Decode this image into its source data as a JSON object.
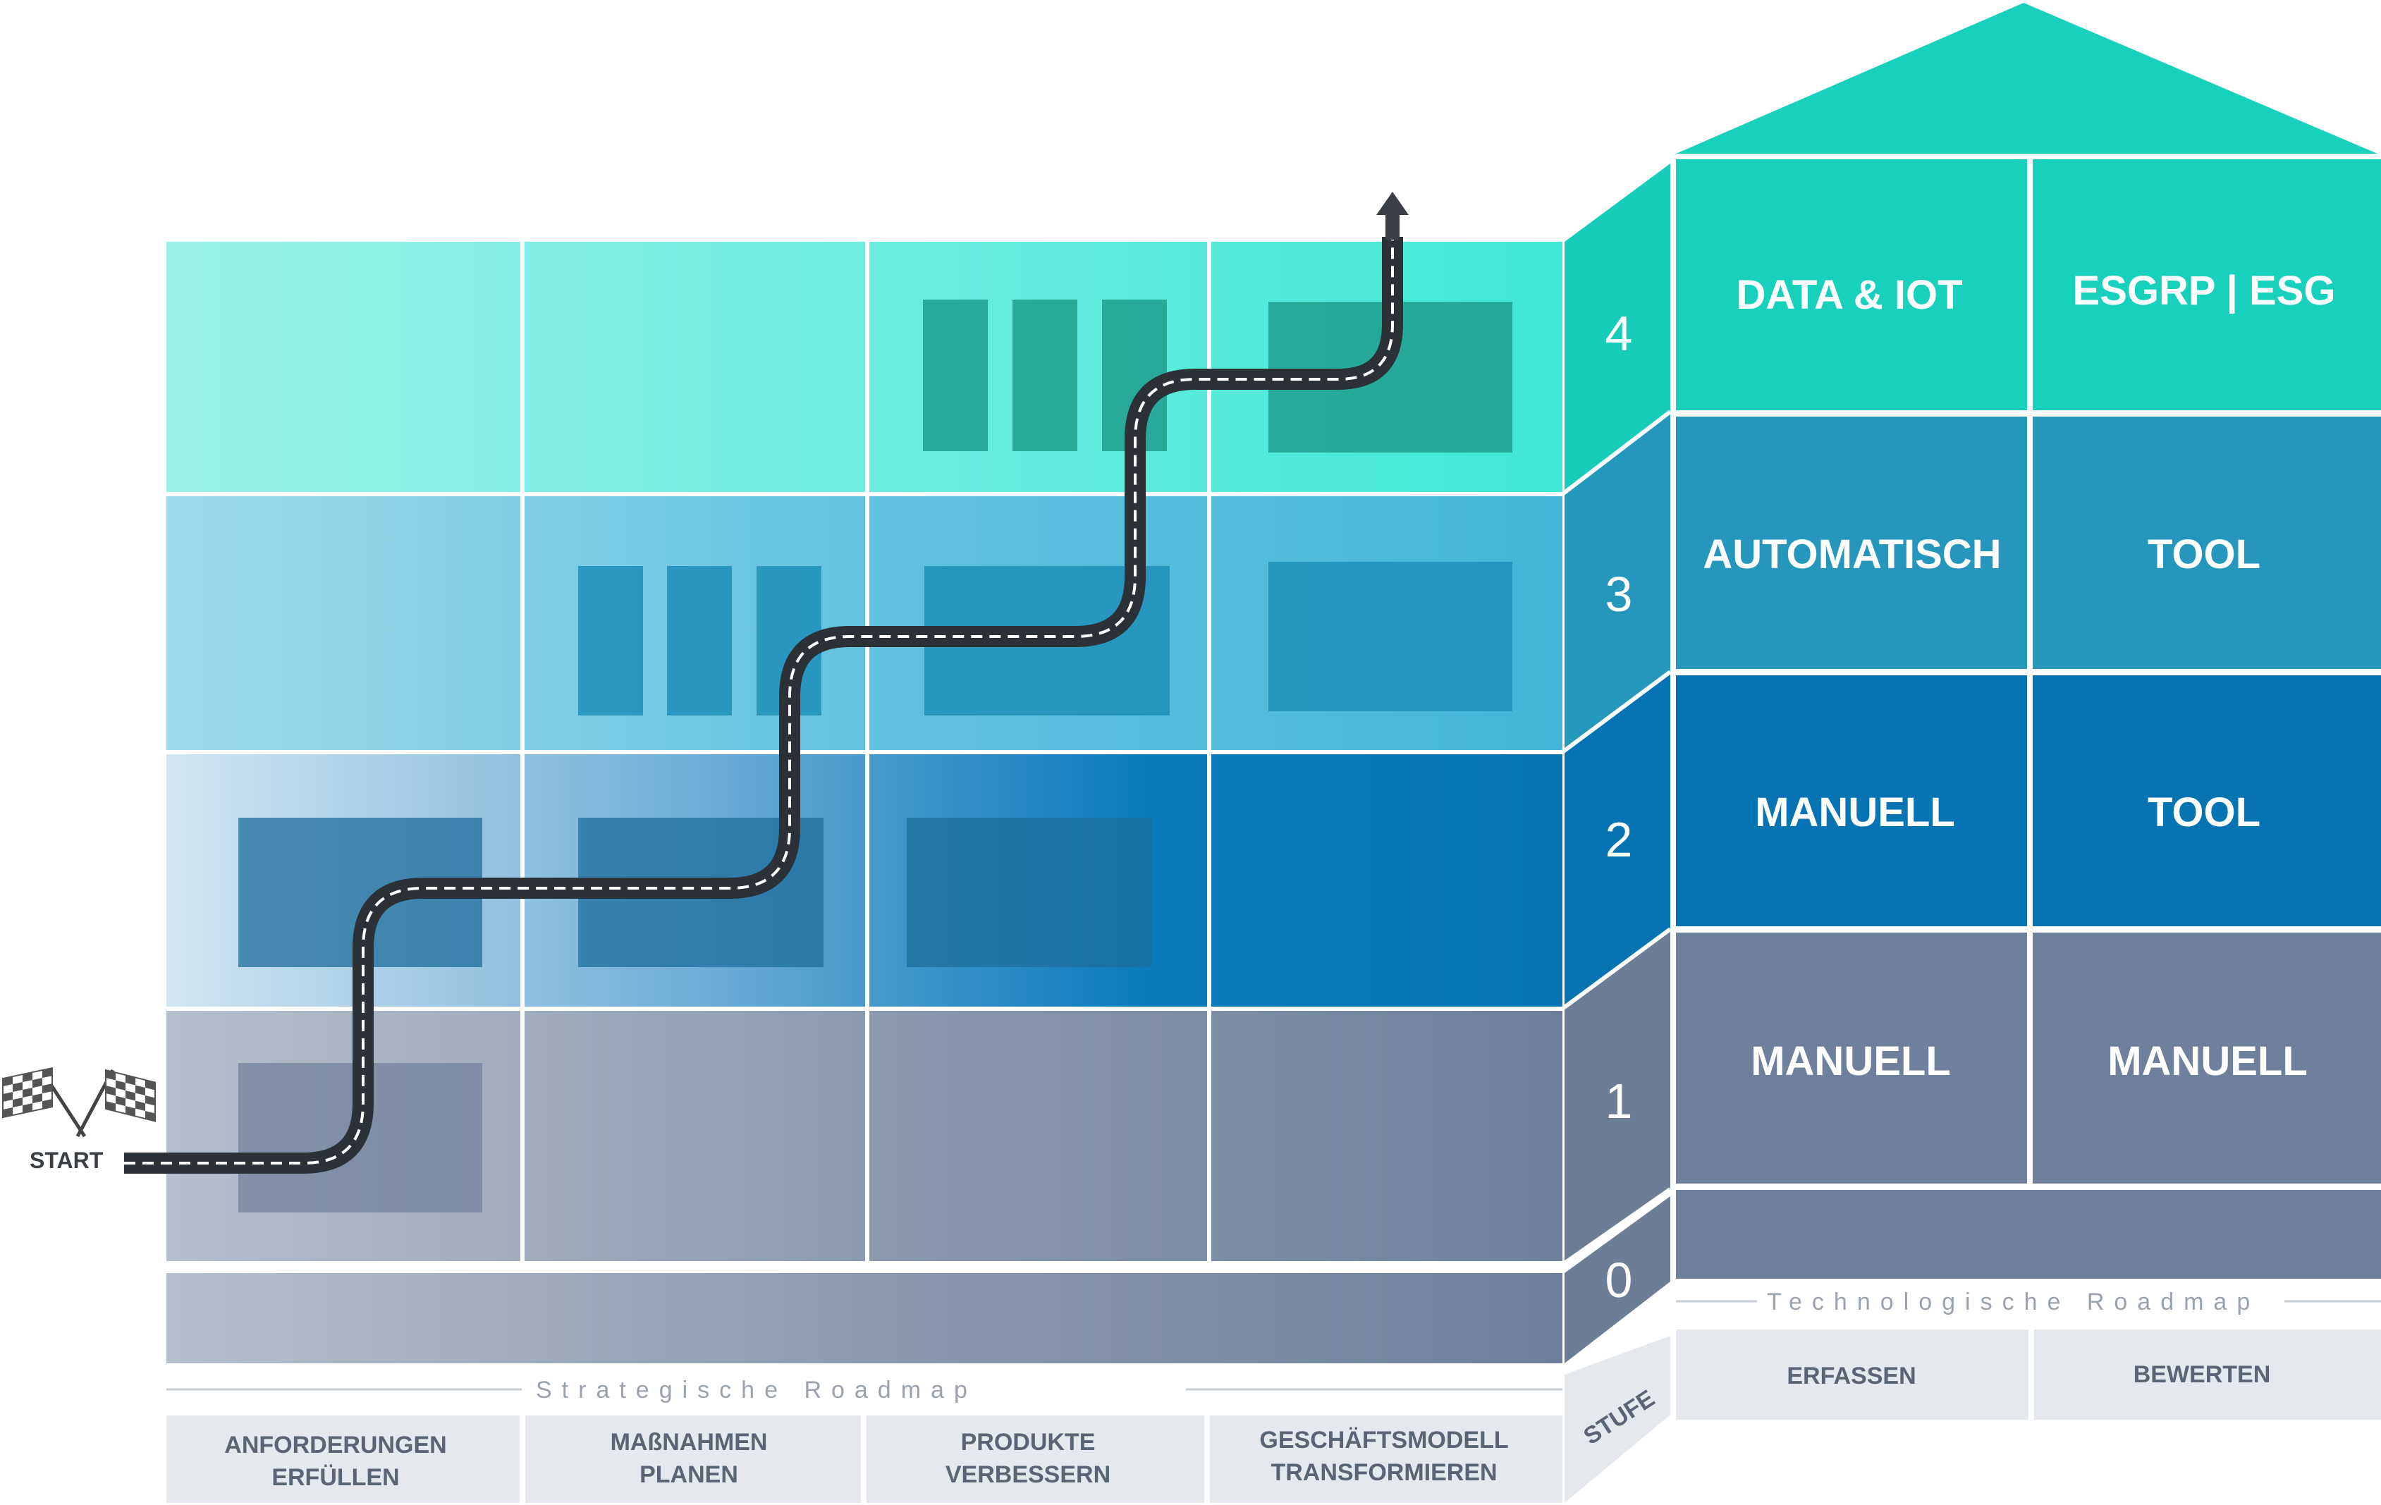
{
  "levels": {
    "stufe_label": "STUFE",
    "numbers": [
      "0",
      "1",
      "2",
      "3",
      "4"
    ]
  },
  "strategic": {
    "roadmap_label": "Strategische Roadmap",
    "columns": [
      {
        "line1": "ANFORDERUNGEN",
        "line2": "ERFÜLLEN"
      },
      {
        "line1": "MAßNAHMEN",
        "line2": "PLANEN"
      },
      {
        "line1": "PRODUKTE",
        "line2": "VERBESSERN"
      },
      {
        "line1": "GESCHÄFTSMODELL",
        "line2": "TRANSFORMIEREN"
      }
    ]
  },
  "technological": {
    "roadmap_label": "Technologische Roadmap",
    "columns": [
      "ERFASSEN",
      "BEWERTEN"
    ],
    "rows": [
      {
        "level": "4",
        "cells": [
          "DATA & IOT",
          "ESGRP | ESG"
        ]
      },
      {
        "level": "3",
        "cells": [
          "AUTOMATISCH",
          "TOOL"
        ]
      },
      {
        "level": "2",
        "cells": [
          "MANUELL",
          "TOOL"
        ]
      },
      {
        "level": "1",
        "cells": [
          "MANUELL",
          "MANUELL"
        ]
      }
    ]
  },
  "road": {
    "start_label": "START"
  },
  "colors": {
    "level4": "#3fe5d4",
    "level3": "#4ab9d9",
    "level2": "#0775b5",
    "level1": "#6e809b",
    "roof": "#18d1bd",
    "road": "#2b3137",
    "caption_bg": "#e5e8ed"
  }
}
